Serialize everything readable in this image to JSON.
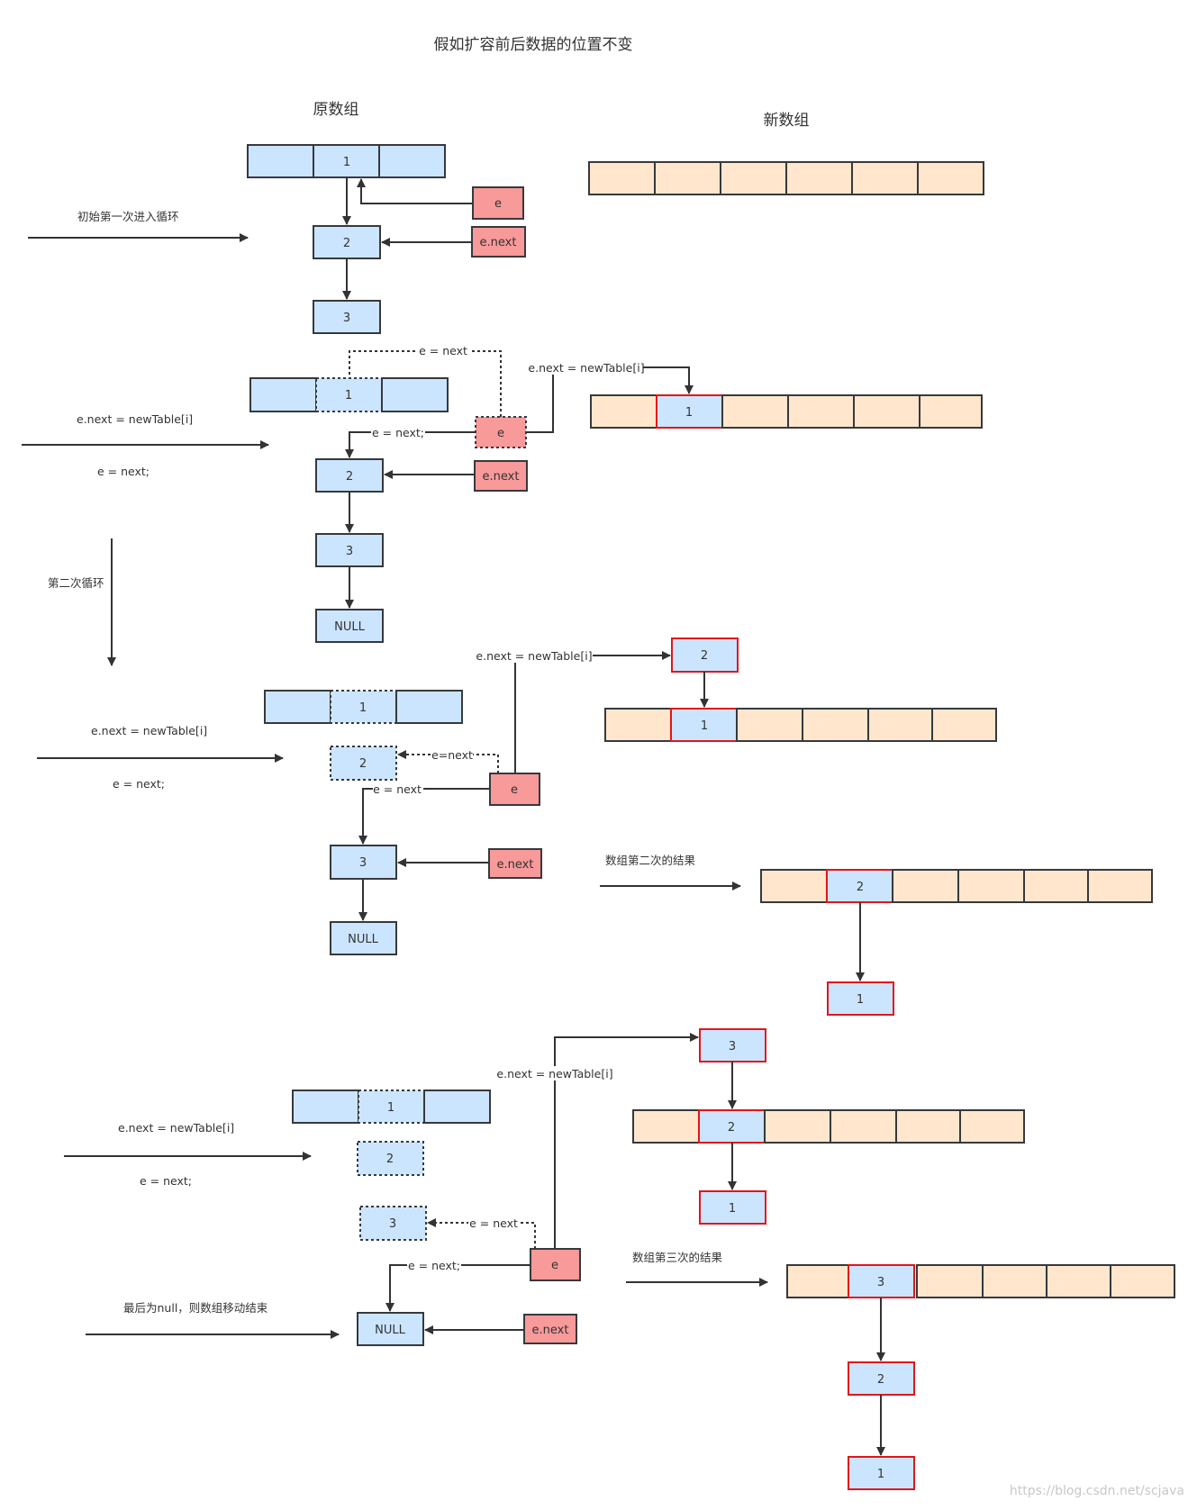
{
  "title": "假如扩容前后数据的位置不变",
  "old_array_label": "原数组",
  "new_array_label": "新数组",
  "stage1": {
    "caption": "初始第一次进入循环",
    "slot": "1",
    "nodes": [
      "2",
      "3"
    ],
    "e": "e",
    "e_next": "e.next"
  },
  "stage2": {
    "caption_line1": "e.next = newTable[i]",
    "caption_line2": "e = next;",
    "slot": "1",
    "nodes": [
      "2",
      "3",
      "NULL"
    ],
    "e": "e",
    "e_next": "e.next",
    "label_e_eq_next_top": "e = next",
    "label_enext_newtable": "e.next = newTable[i]",
    "label_e_eq_next": "e = next;",
    "new_slot": "1"
  },
  "loop2_caption": "第二次循环",
  "stage3": {
    "caption_line1": "e.next = newTable[i]",
    "caption_line2": "e = next;",
    "slot": "1",
    "nodes": [
      "2",
      "3",
      "NULL"
    ],
    "e": "e",
    "e_next": "e.next",
    "label_e_eq_next_dotted": "e=next",
    "label_e_eq_next": "e = next",
    "label_enext_newtable": "e.next = newTable[i]",
    "new_head": "2",
    "new_slot": "1"
  },
  "result2": {
    "caption": "数组第二次的结果",
    "slot": "2",
    "chain": [
      "1"
    ]
  },
  "stage4": {
    "caption_line1": "e.next = newTable[i]",
    "caption_line2": "e = next;",
    "slot": "1",
    "nodes": [
      "2",
      "3",
      "NULL"
    ],
    "e": "e",
    "e_next": "e.next",
    "label_enext_newtable": "e.next = newTable[i]",
    "label_e_eq_next_dotted": "e = next",
    "label_e_eq_next": "e = next;",
    "new_head": "3",
    "new_slot": "2",
    "new_tail": "1",
    "end_caption": "最后为null，则数组移动结束"
  },
  "result3": {
    "caption": "数组第三次的结果",
    "slot": "3",
    "chain": [
      "2",
      "1"
    ]
  },
  "watermark": "https://blog.csdn.net/scjava"
}
